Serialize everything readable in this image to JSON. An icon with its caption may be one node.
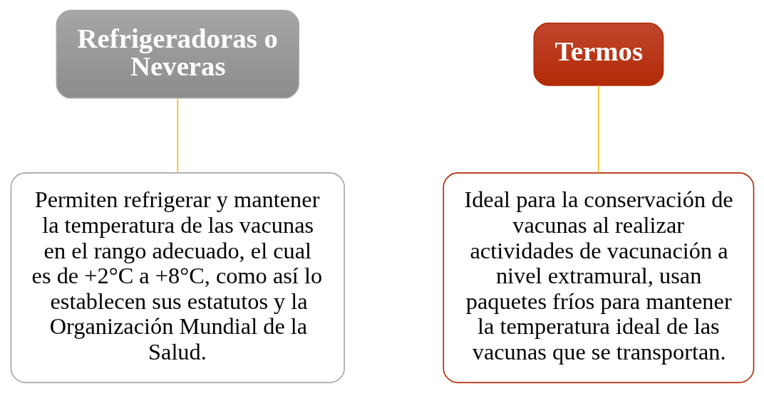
{
  "diagram": {
    "nodes": [
      {
        "text": [
          "Refrigeradoras o Neveras"
        ]
      },
      {
        "text": [
          "Termos"
        ]
      },
      {
        "text": [
          "Permiten refrigerar y mantener la temperatura de las vacunas en el rango adecuado, el cual es de +2°C a +8°C, como así lo establecen sus estatutos y la Organización Mundial de la Salud."
        ]
      },
      {
        "text": [
          "Ideal para la conservación de vacunas al realizar actividades de vacunación a nivel extramural, usan paquetes fríos para mantener la temperatura ideal de las vacunas que se transportan."
        ]
      }
    ],
    "edges": [
      {
        "from": 0,
        "to": 2,
        "arrow": "none"
      },
      {
        "from": 1,
        "to": 3,
        "arrow": "none"
      }
    ]
  }
}
